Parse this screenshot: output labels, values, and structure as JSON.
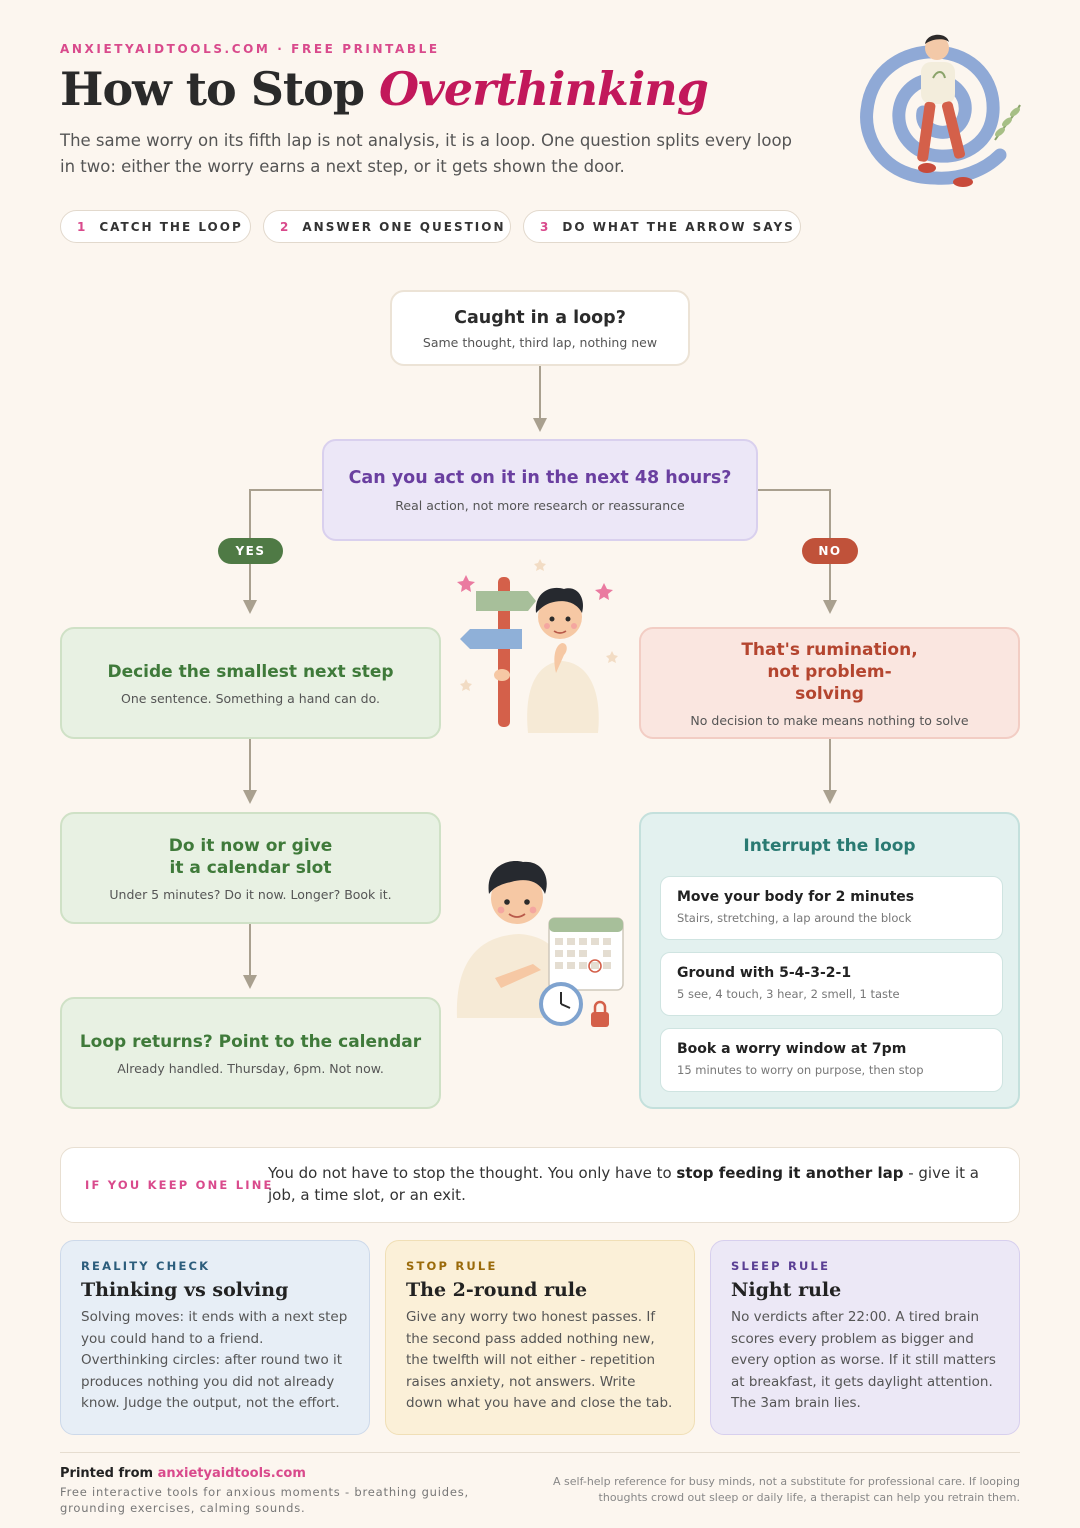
{
  "header": {
    "eyebrow": "ANXIETYAIDTOOLS.COM · FREE PRINTABLE",
    "title_part1": "How to Stop ",
    "title_accent": "Overthinking",
    "lede": "The same worry on its fifth lap is not analysis, it is a loop. One question splits every loop in two: either the worry earns a next step, or it gets shown the door."
  },
  "steps": [
    {
      "num": "1",
      "label": "CATCH THE LOOP"
    },
    {
      "num": "2",
      "label": "ANSWER ONE QUESTION"
    },
    {
      "num": "3",
      "label": "DO WHAT THE ARROW SAYS"
    }
  ],
  "flow": {
    "start": {
      "title": "Caught in a loop?",
      "sub": "Same thought, third lap, nothing new"
    },
    "question": {
      "title": "Can you act on it in the next 48 hours?",
      "sub": "Real action, not more research or reassurance"
    },
    "yes_label": "YES",
    "no_label": "NO",
    "yes_steps": [
      {
        "title": "Decide the smallest next step",
        "sub": "One sentence. Something a hand can do."
      },
      {
        "title": "Do it now or give it a calendar slot",
        "sub": "Under 5 minutes? Do it now. Longer? Book it."
      },
      {
        "title": "Loop returns? Point to the calendar",
        "sub": "Already handled. Thursday, 6pm. Not now."
      }
    ],
    "no_step": {
      "title": "That's rumination, not problem-solving",
      "sub": "No decision to make means nothing to solve"
    },
    "interrupt": {
      "title": "Interrupt the loop",
      "items": [
        {
          "title": "Move your body for 2 minutes",
          "sub": "Stairs, stretching, a lap around the block"
        },
        {
          "title": "Ground with 5-4-3-2-1",
          "sub": "5 see, 4 touch, 3 hear, 2 smell, 1 taste"
        },
        {
          "title": "Book a worry window at 7pm",
          "sub": "15 minutes to worry on purpose, then stop"
        }
      ]
    }
  },
  "keep_line": {
    "label": "IF YOU KEEP ONE LINE",
    "text_before": "You do not have to stop the thought. You only have to ",
    "text_bold": "stop feeding it another lap",
    "text_after": " - give it a job, a time slot, or an exit."
  },
  "panels": [
    {
      "label": "REALITY CHECK",
      "title": "Thinking vs solving",
      "body": "Solving moves: it ends with a next step you could hand to a friend. Overthinking circles: after round two it produces nothing you did not already know. Judge the output, not the effort."
    },
    {
      "label": "STOP RULE",
      "title": "The 2-round rule",
      "body": "Give any worry two honest passes. If the second pass added nothing new, the twelfth will not either - repetition raises anxiety, not answers. Write down what you have and close the tab."
    },
    {
      "label": "SLEEP RULE",
      "title": "Night rule",
      "body": "No verdicts after 22:00. A tired brain scores every problem as bigger and every option as worse. If it still matters at breakfast, it gets daylight attention. The 3am brain lies."
    }
  ],
  "footer": {
    "printed_from": "Printed from ",
    "site": "anxietyaidtools.com",
    "tagline": "Free interactive tools for anxious moments - breathing guides, grounding exercises, calming sounds.",
    "disclaimer": "A self-help reference for busy minds, not a substitute for professional care. If looping thoughts crowd out sleep or daily life, a therapist can help you retrain them."
  },
  "colors": {
    "accent": "#d94a8c",
    "title_accent": "#c2185b",
    "yes": "#4f7a45",
    "no": "#c0523a",
    "question": "#6a3fa0",
    "interrupt": "#2a7a72"
  }
}
